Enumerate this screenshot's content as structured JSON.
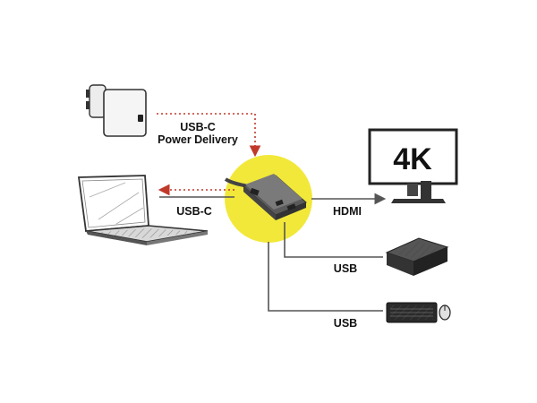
{
  "labels": {
    "power_line1": "USB-C",
    "power_line2": "Power Delivery",
    "laptop": "USB-C",
    "hdmi": "HDMI",
    "usb_drive": "USB",
    "usb_keyboard": "USB"
  },
  "monitor": {
    "resolution_text": "4K"
  },
  "colors": {
    "hub_circle": "#f2e83a",
    "power_arrow": "#c0392b",
    "line": "#555555",
    "device_dark": "#222222"
  },
  "icons": [
    "power-adapter-icon",
    "laptop-icon",
    "usb-c-hub-icon",
    "monitor-icon",
    "external-hdd-icon",
    "keyboard-icon",
    "mouse-icon"
  ]
}
